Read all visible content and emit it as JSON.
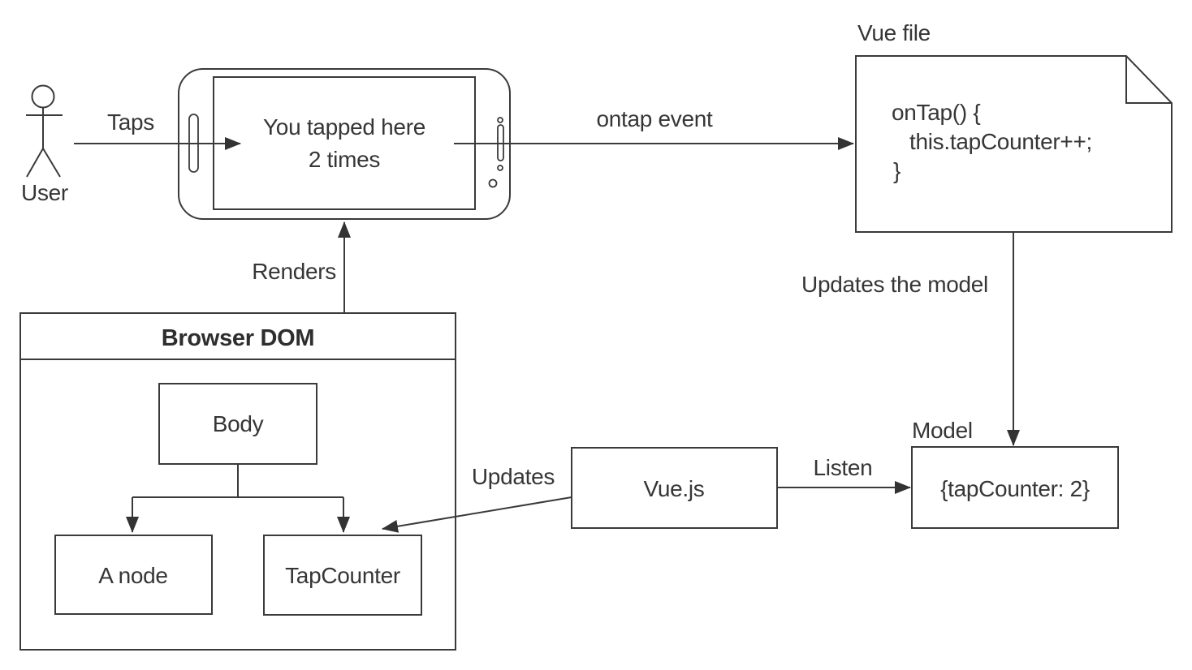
{
  "canvas": {
    "background": "#ffffff",
    "stroke_color": "#3a3a3a",
    "text_color": "#363636"
  },
  "actor": {
    "label": "User"
  },
  "labels": {
    "taps": "Taps",
    "ontap_event": "ontap event",
    "renders": "Renders",
    "updates_the_model": "Updates the model",
    "updates": "Updates",
    "listen": "Listen"
  },
  "phone": {
    "line1": "You tapped here",
    "line2": "2 times"
  },
  "vue_file": {
    "title": "Vue file",
    "code": [
      "onTap() {",
      "this.tapCounter++;",
      "}"
    ]
  },
  "model": {
    "title": "Model",
    "value": "{tapCounter: 2}"
  },
  "vuejs": {
    "label": "Vue.js"
  },
  "browser_dom": {
    "title": "Browser DOM",
    "body": "Body",
    "a_node": "A node",
    "tap_counter": "TapCounter"
  }
}
